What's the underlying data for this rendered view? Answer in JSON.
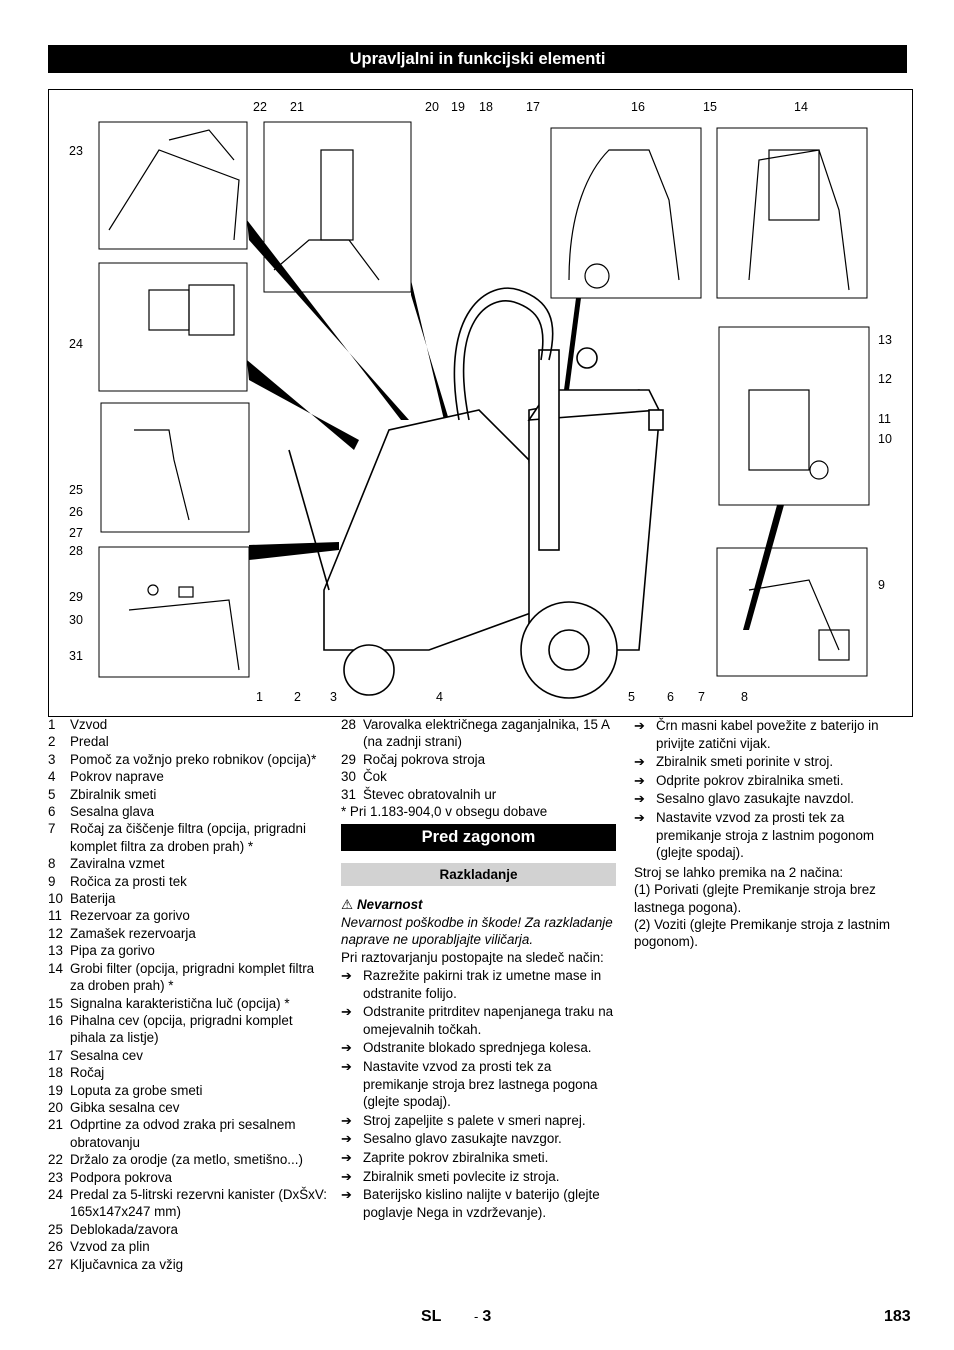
{
  "header": {
    "title": "Upravljalni in funkcijski elementi"
  },
  "figure": {
    "callouts": [
      "22",
      "21",
      "20",
      "19",
      "18",
      "17",
      "16",
      "15",
      "14",
      "23",
      "24",
      "25",
      "26",
      "27",
      "28",
      "29",
      "30",
      "31",
      "13",
      "12",
      "11",
      "10",
      "9",
      "1",
      "2",
      "3",
      "4",
      "5",
      "6",
      "7",
      "8"
    ]
  },
  "parts": [
    {
      "n": "1",
      "t": "Vzvod"
    },
    {
      "n": "2",
      "t": "Predal"
    },
    {
      "n": "3",
      "t": "Pomoč za vožnjo preko robnikov (opcija)*"
    },
    {
      "n": "4",
      "t": "Pokrov naprave"
    },
    {
      "n": "5",
      "t": "Zbiralnik smeti"
    },
    {
      "n": "6",
      "t": "Sesalna glava"
    },
    {
      "n": "7",
      "t": "Ročaj za čiščenje filtra (opcija, prigradni komplet filtra za droben prah) *"
    },
    {
      "n": "8",
      "t": "Zaviralna vzmet"
    },
    {
      "n": "9",
      "t": "Ročica za prosti tek"
    },
    {
      "n": "10",
      "t": "Baterija"
    },
    {
      "n": "11",
      "t": "Rezervoar za gorivo"
    },
    {
      "n": "12",
      "t": "Zamašek rezervoarja"
    },
    {
      "n": "13",
      "t": "Pipa za gorivo"
    },
    {
      "n": "14",
      "t": "Grobi filter (opcija, prigradni komplet filtra za droben prah) *"
    },
    {
      "n": "15",
      "t": "Signalna karakteristična luč (opcija) *"
    },
    {
      "n": "16",
      "t": "Pihalna cev (opcija, prigradni komplet pihala za listje)"
    },
    {
      "n": "17",
      "t": "Sesalna cev"
    },
    {
      "n": "18",
      "t": "Ročaj"
    },
    {
      "n": "19",
      "t": "Loputa za grobe smeti"
    },
    {
      "n": "20",
      "t": "Gibka sesalna cev"
    },
    {
      "n": "21",
      "t": "Odprtine za odvod zraka pri sesalnem obratovanju"
    },
    {
      "n": "22",
      "t": "Držalo za orodje (za metlo, smetišno...)"
    },
    {
      "n": "23",
      "t": "Podpora pokrova"
    },
    {
      "n": "24",
      "t": "Predal za 5-litrski rezervni kanister (DxŠxV: 165x147x247 mm)"
    },
    {
      "n": "25",
      "t": "Deblokada/zavora"
    },
    {
      "n": "26",
      "t": "Vzvod za plin"
    },
    {
      "n": "27",
      "t": "Ključavnica za vžig"
    },
    {
      "n": "28",
      "t": "Varovalka električnega zaganjalnika, 15 A (na zadnji strani)"
    },
    {
      "n": "29",
      "t": "Ročaj pokrova stroja"
    },
    {
      "n": "30",
      "t": "Čok"
    },
    {
      "n": "31",
      "t": "Števec obratovalnih ur"
    }
  ],
  "parts_note": "* Pri 1.183-904,0 v obsegu dobave",
  "section": {
    "title": "Pred zagonom",
    "subtitle": "Razkladanje",
    "warning_label": "Nevarnost",
    "warning_text": "Nevarnost poškodbe in škode! Za razkladanje naprave ne uporabljajte viličarja.",
    "intro": "Pri raztovarjanju postopajte na sledeč način:",
    "steps": [
      "Razrežite pakirni trak iz umetne mase in odstranite folijo.",
      "Odstranite pritrditev napenjanega traku na omejevalnih točkah.",
      "Odstranite blokado sprednjega kolesa.",
      "Nastavite vzvod za prosti tek za premikanje stroja brez lastnega pogona (glejte spodaj).",
      "Stroj zapeljite s palete v smeri naprej.",
      "Sesalno glavo zasukajte navzgor.",
      "Zaprite pokrov zbiralnika smeti.",
      "Zbiralnik smeti povlecite iz stroja.",
      "Baterijsko kislino nalijte v baterijo (glejte poglavje Nega in vzdrževanje).",
      "Črn masni kabel povežite z baterijo in privijte zatični vijak.",
      "Zbiralnik smeti porinite v stroj.",
      "Odprite pokrov zbiralnika smeti.",
      "Sesalno glavo zasukajte navzdol.",
      "Nastavite vzvod za prosti tek za premikanje stroja z lastnim pogonom (glejte spodaj)."
    ],
    "move_intro": "Stroj se lahko premika na 2 načina:",
    "move_1": "(1) Porivati (glejte Premikanje stroja brez lastnega pogona).",
    "move_2": "(2) Voziti (glejte Premikanje stroja z lastnim pogonom)."
  },
  "footer": {
    "lang": "SL",
    "page_sub": "3",
    "page_dash": "-",
    "page": "183"
  }
}
